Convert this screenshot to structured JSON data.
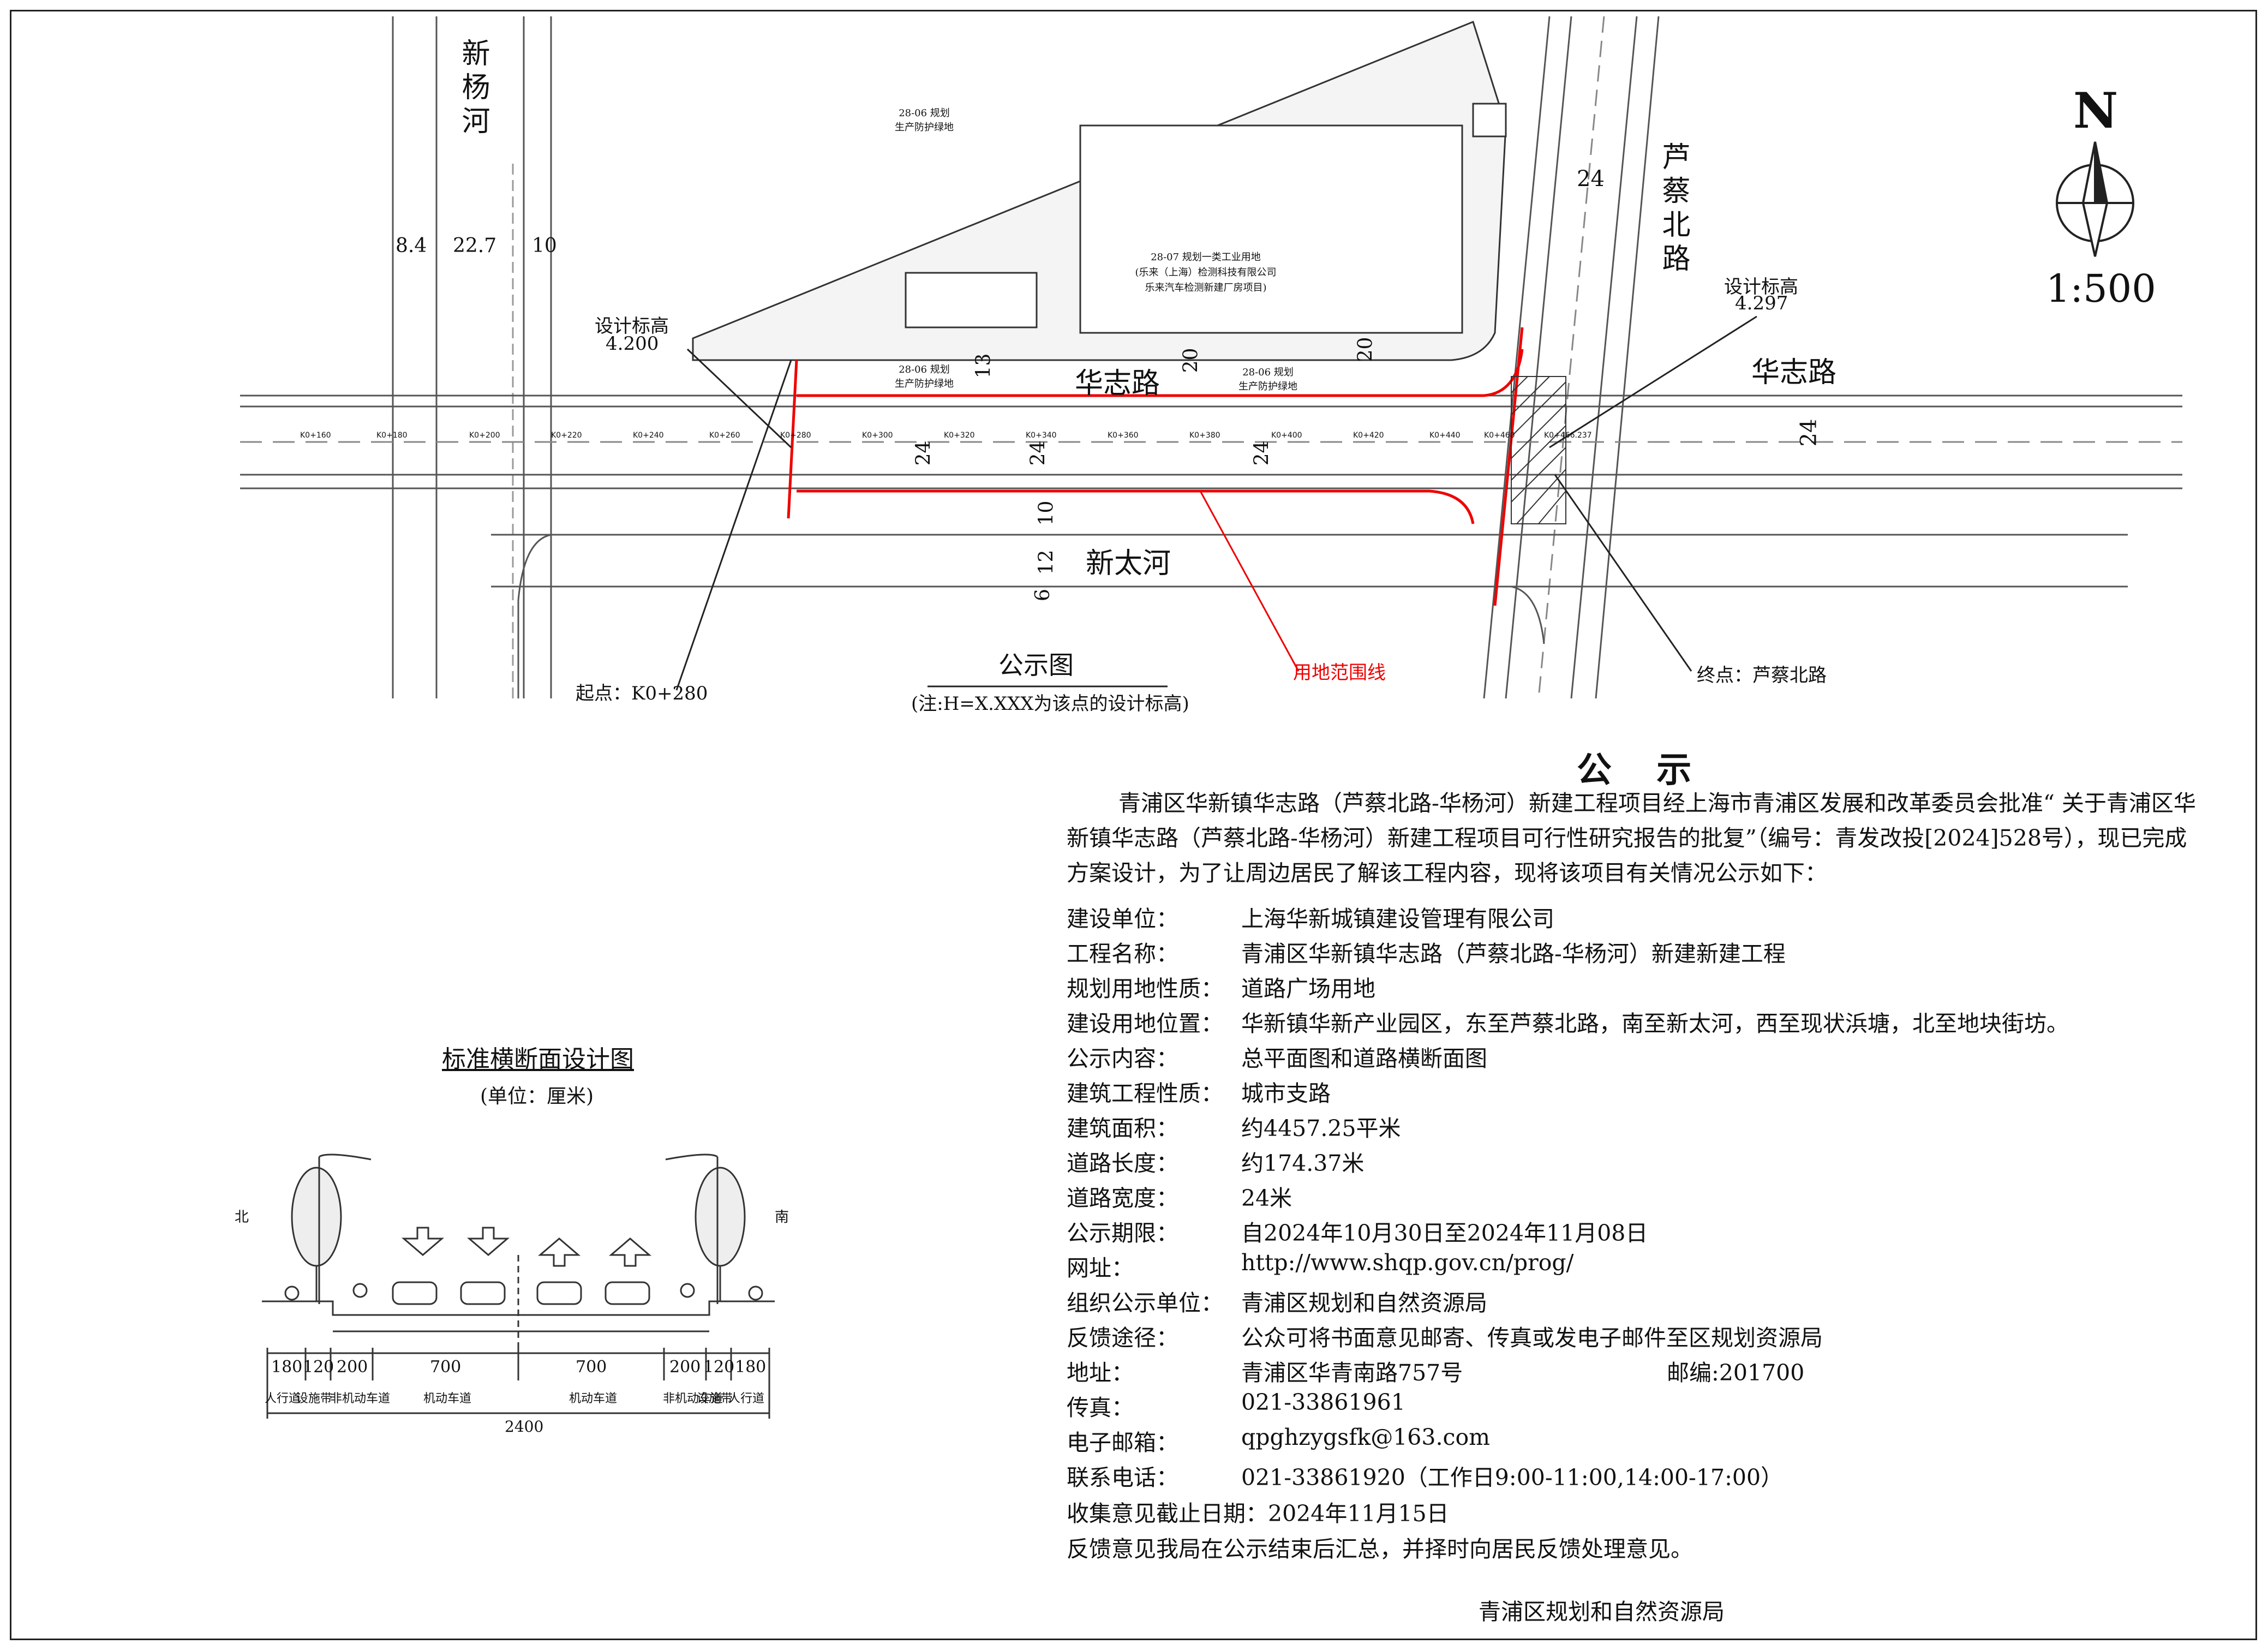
{
  "map": {
    "river_west": "新杨河",
    "road_east": "芦蔡北路",
    "road_main": "华志路",
    "road_main_east": "华志路",
    "river_south": "新太河",
    "design_elev_left_label": "设计标高",
    "design_elev_left_value": "4.200",
    "design_elev_right_label": "设计标高",
    "design_elev_right_value": "4.297",
    "start_point": "起点：K0+280",
    "end_point": "终点：芦蔡北路",
    "boundary_label": "用地范围线",
    "dims_west": [
      "8.4",
      "22.7",
      "10"
    ],
    "dims_road": [
      "13",
      "20",
      "20",
      "24",
      "24",
      "24",
      "10",
      "12",
      "6"
    ],
    "dim_east_top": "24",
    "dim_east_side": "24",
    "plot_north": "28-06 规划\n生产防护绿地",
    "plot_industrial": [
      "28-07 规划一类工业用地",
      "(乐来（上海）检测科技有限公司",
      "乐来汽车检测新建厂房项目)"
    ],
    "plot_green_a": "28-06 规划\n生产防护绿地",
    "plot_green_b": "28-06 规划\n生产防护绿地",
    "stations": [
      "K0+160",
      "K0+180",
      "K0+200",
      "K0+220",
      "K0+240",
      "K0+260",
      "K0+280",
      "K0+300",
      "K0+320",
      "K0+340",
      "K0+360",
      "K0+380",
      "K0+400",
      "K0+420",
      "K0+440",
      "K0+460",
      "K0+466.237"
    ],
    "title": "公示图",
    "note": "(注:H=X.XXX为该点的设计标高)",
    "north": "N",
    "scale": "1:500"
  },
  "section": {
    "title": "标准横断面设计图",
    "unit": "(单位：厘米)",
    "north_mark": "北",
    "south_mark": "南",
    "widths": [
      "180",
      "120",
      "200",
      "700",
      "700",
      "200",
      "120",
      "180"
    ],
    "parts": [
      "人行道",
      "设施带",
      "非机动车道",
      "机动车道",
      "机动车道",
      "非机动车道",
      "设施带",
      "人行道"
    ],
    "total": "2400"
  },
  "notice": {
    "title": "公 示",
    "intro": "青浦区华新镇华志路（芦蔡北路-华杨河）新建工程项目经上海市青浦区发展和改革委员会批准“ 关于青浦区华新镇华志路（芦蔡北路-华杨河）新建工程项目可行性研究报告的批复”（编号：青发改投[2024]528号），现已完成方案设计，为了让周边居民了解该工程内容，现将该项目有关情况公示如下：",
    "rows": [
      {
        "k": "建设单位：",
        "v": "上海华新城镇建设管理有限公司"
      },
      {
        "k": "工程名称：",
        "v": "青浦区华新镇华志路（芦蔡北路-华杨河）新建新建工程"
      },
      {
        "k": "规划用地性质：",
        "v": "道路广场用地"
      },
      {
        "k": "建设用地位置：",
        "v": "华新镇华新产业园区，东至芦蔡北路，南至新太河，西至现状浜塘，北至地块街坊。"
      },
      {
        "k": "公示内容：",
        "v": "总平面图和道路横断面图"
      },
      {
        "k": "建筑工程性质：",
        "v": "城市支路"
      },
      {
        "k": "建筑面积：",
        "v": "约4457.25平米"
      },
      {
        "k": "道路长度：",
        "v": "约174.37米"
      },
      {
        "k": "道路宽度：",
        "v": "24米"
      },
      {
        "k": "公示期限：",
        "v": "自2024年10月30日至2024年11月08日"
      },
      {
        "k": "网址：",
        "v": "http://www.shqp.gov.cn/prog/"
      },
      {
        "k": "组织公示单位：",
        "v": "青浦区规划和自然资源局"
      },
      {
        "k": "反馈途径：",
        "v": "公众可将书面意见邮寄、传真或发电子邮件至区规划资源局"
      },
      {
        "k": "地址：",
        "v": "青浦区华青南路757号",
        "v2": "邮编:201700"
      },
      {
        "k": "传真：",
        "v": "021-33861961"
      },
      {
        "k": "电子邮箱：",
        "v": "qpghzygsfk@163.com"
      },
      {
        "k": "联系电话：",
        "v": "021-33861920（工作日9:00-11:00,14:00-17:00）"
      }
    ],
    "deadline": "收集意见截止日期：2024年11月15日",
    "closing": "反馈意见我局在公示结束后汇总，并择时向居民反馈处理意见。",
    "signature": "青浦区规划和自然资源局"
  }
}
